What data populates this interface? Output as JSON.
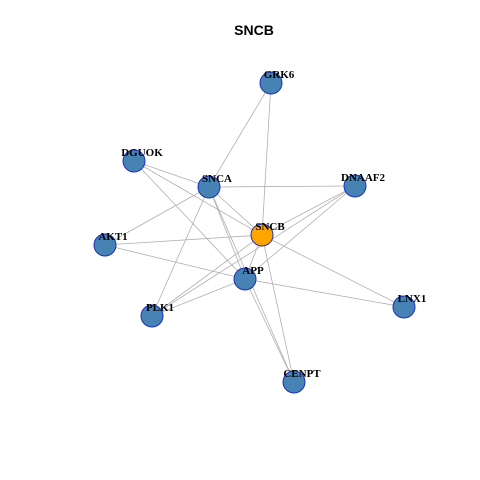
{
  "title": "SNCB",
  "colors": {
    "node_fill": "#4682b4",
    "center_fill": "#ffa500",
    "node_border": "#1f2fbf",
    "edge": "#b0b0b0"
  },
  "nodes": [
    {
      "id": "GRK6",
      "label": "GRK6"
    },
    {
      "id": "DGUOK",
      "label": "DGUOK"
    },
    {
      "id": "SNCA",
      "label": "SNCA"
    },
    {
      "id": "DNAAF2",
      "label": "DNAAF2"
    },
    {
      "id": "SNCB",
      "label": "SNCB",
      "center": true
    },
    {
      "id": "AKT1",
      "label": "AKT1"
    },
    {
      "id": "APP",
      "label": "APP"
    },
    {
      "id": "PLK1",
      "label": "PLK1"
    },
    {
      "id": "LNX1",
      "label": "LNX1"
    },
    {
      "id": "CENPT",
      "label": "CENPT"
    }
  ],
  "edges": [
    [
      "GRK6",
      "SNCA"
    ],
    [
      "GRK6",
      "SNCB"
    ],
    [
      "DGUOK",
      "SNCA"
    ],
    [
      "DGUOK",
      "SNCB"
    ],
    [
      "DGUOK",
      "APP"
    ],
    [
      "SNCA",
      "DNAAF2"
    ],
    [
      "SNCA",
      "SNCB"
    ],
    [
      "SNCA",
      "AKT1"
    ],
    [
      "SNCA",
      "APP"
    ],
    [
      "SNCA",
      "PLK1"
    ],
    [
      "SNCA",
      "CENPT"
    ],
    [
      "DNAAF2",
      "SNCB"
    ],
    [
      "DNAAF2",
      "APP"
    ],
    [
      "DNAAF2",
      "PLK1"
    ],
    [
      "SNCB",
      "AKT1"
    ],
    [
      "SNCB",
      "APP"
    ],
    [
      "SNCB",
      "PLK1"
    ],
    [
      "SNCB",
      "LNX1"
    ],
    [
      "SNCB",
      "CENPT"
    ],
    [
      "AKT1",
      "APP"
    ],
    [
      "APP",
      "PLK1"
    ],
    [
      "APP",
      "LNX1"
    ],
    [
      "APP",
      "CENPT"
    ]
  ]
}
